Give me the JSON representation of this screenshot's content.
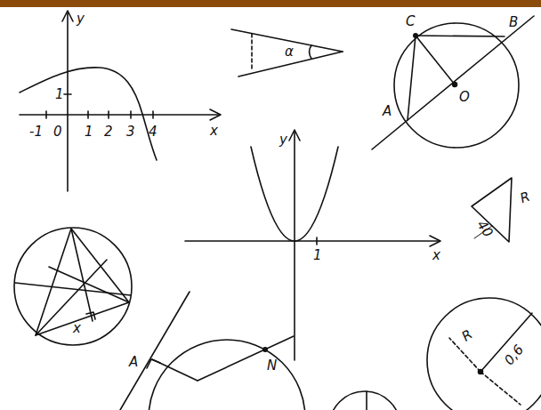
{
  "diagram": {
    "labels": [
      "y",
      "1",
      "-1",
      "0",
      "1",
      "2",
      "3",
      "4",
      "x",
      "α",
      "C",
      "B",
      "A",
      "O",
      "y",
      "1",
      "x",
      "R",
      "40",
      "x",
      "A",
      "N",
      "R",
      "0,6"
    ]
  }
}
